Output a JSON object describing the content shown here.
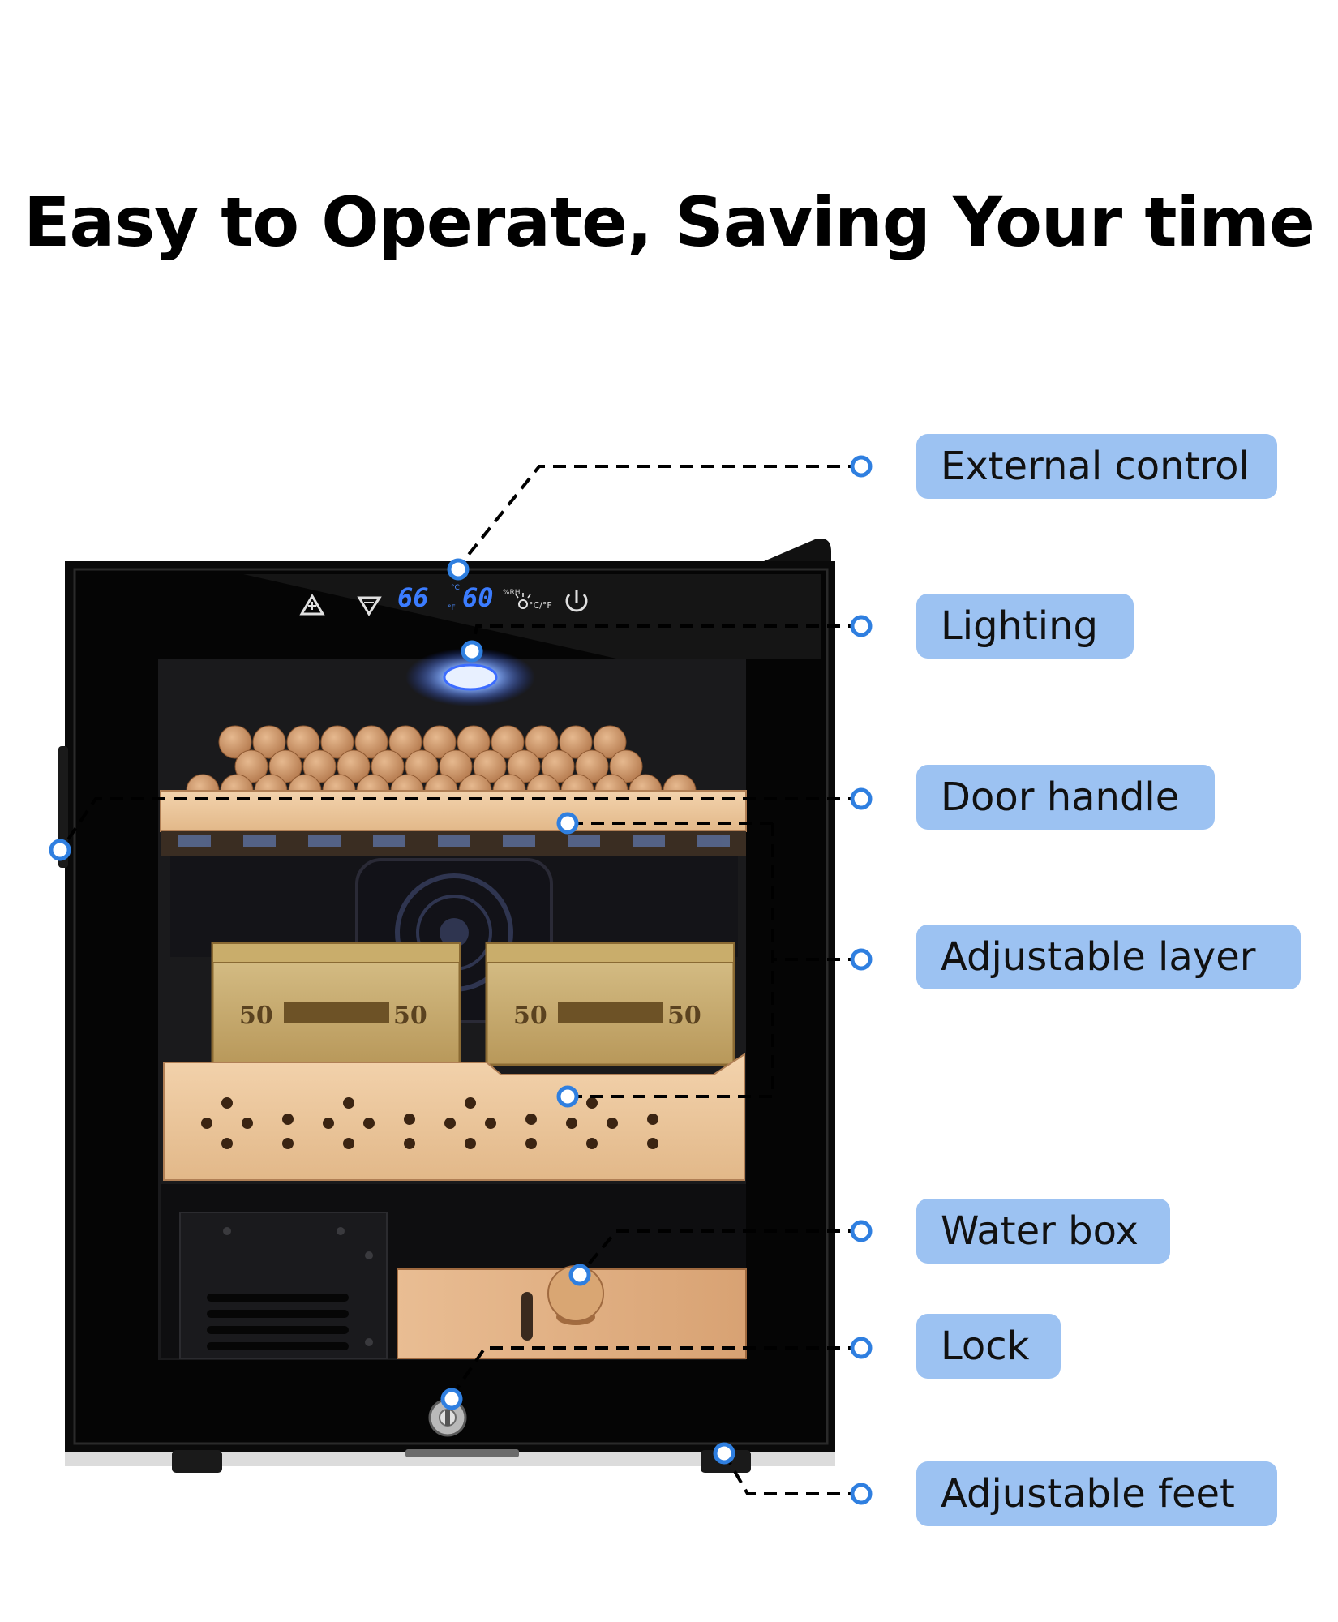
{
  "page": {
    "title": "Easy to Operate, Saving Your time",
    "accent_color": "#9cc2f2",
    "marker_color": "#2f7fe0"
  },
  "control_panel": {
    "temperature_readout": "66",
    "humidity_readout": "60",
    "celsius_unit": "°C",
    "fahrenheit_unit": "°F",
    "humidity_unit": "%RH",
    "temp_unit_toggle": "°C/°F",
    "icons": [
      "up-arrow-icon",
      "down-arrow-icon",
      "light-unit-toggle-icon",
      "power-icon"
    ]
  },
  "tray_labels": {
    "box_left_a": "50",
    "box_left_b": "50",
    "box_right_a": "50",
    "box_right_b": "50"
  },
  "callouts": [
    {
      "id": "external-control",
      "label": "External control"
    },
    {
      "id": "lighting",
      "label": "Lighting"
    },
    {
      "id": "door-handle",
      "label": "Door handle"
    },
    {
      "id": "adjustable-layer",
      "label": "Adjustable layer"
    },
    {
      "id": "water-box",
      "label": "Water box"
    },
    {
      "id": "lock",
      "label": "Lock"
    },
    {
      "id": "adjustable-feet",
      "label": "Adjustable feet"
    }
  ]
}
